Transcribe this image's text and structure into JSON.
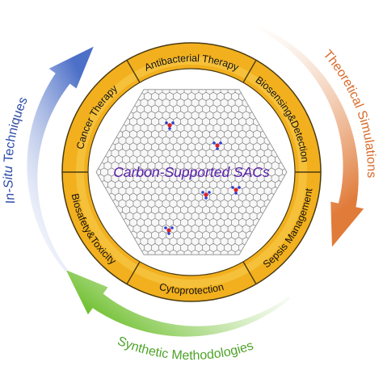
{
  "ring": {
    "segments": [
      {
        "label": "Antibacterial Therapy"
      },
      {
        "label": "Biosensing&Detection"
      },
      {
        "label": "Sepsis Management"
      },
      {
        "label": "Cytoprotection"
      },
      {
        "label": "Biosafety&Toxicity"
      },
      {
        "label": "Cancer Therapy"
      }
    ],
    "colors": {
      "fill": "#f2b01e",
      "inner_fill": "#f7c846",
      "stroke": "#4a3a10"
    }
  },
  "center": {
    "label": "Carbon-Supported SACs",
    "label_color": "#5a1fb0",
    "hexagon_color": "#6e6e6e"
  },
  "outer_arrows": [
    {
      "label_italic": "In-Situ",
      "label_rest": " Techniques",
      "color": "#4c6fc7",
      "label_color": "#2c4aa8"
    },
    {
      "label": "Theoretical Simulations",
      "color": "#e07b39",
      "label_color": "#d86a2a"
    },
    {
      "label": "Synthetic Methodologies",
      "color": "#6fbf2e",
      "label_color": "#4fa32a"
    }
  ]
}
